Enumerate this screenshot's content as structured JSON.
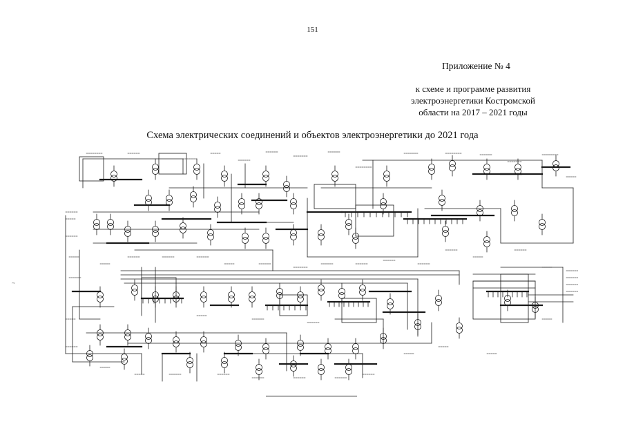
{
  "page": {
    "number": "151",
    "appendix_title": "Приложение № 4",
    "appendix_subtitle_lines": [
      "к схеме и программе развития",
      "электроэнергетики Костромской",
      "области на 2017 – 2021 годы"
    ],
    "scheme_title": "Схема электрических соединений и объектов электроэнергетики до 2021 года",
    "stray_mark": "~"
  },
  "colors": {
    "ink": "#111111",
    "line": "#1a1a1a",
    "paper": "#ffffff"
  }
}
